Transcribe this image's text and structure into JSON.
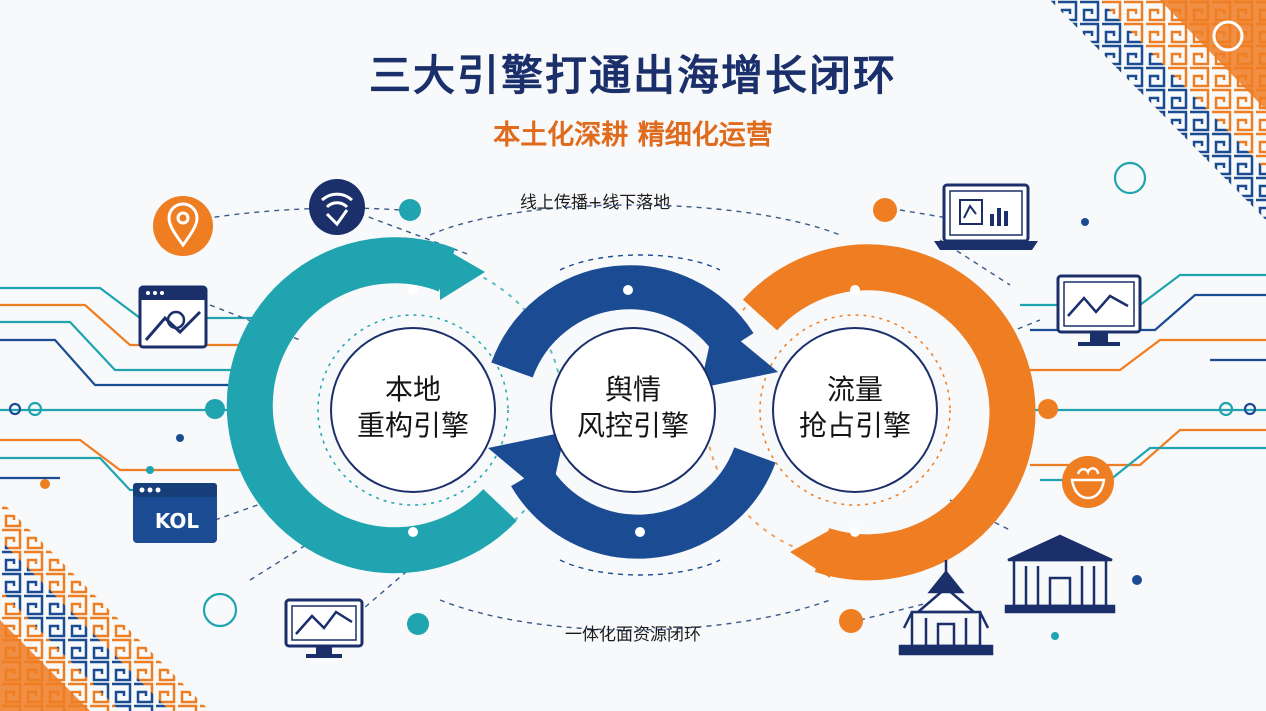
{
  "title": "三大引擎打通出海增长闭环",
  "subtitle": "本土化深耕 精细化运营",
  "captions": {
    "top": "线上传播+线下落地",
    "bottom": "一体化面资源闭环"
  },
  "engines": [
    {
      "line1": "本地",
      "line2": "重构引擎",
      "color": "#1fa4b0"
    },
    {
      "line1": "舆情",
      "line2": "风控引擎",
      "color": "#1b4c93"
    },
    {
      "line1": "流量",
      "line2": "抢占引擎",
      "color": "#ef7d22"
    }
  ],
  "kol_label": "KOL",
  "colors": {
    "navy": "#1b2f6b",
    "teal": "#1fa4b0",
    "blue": "#1b4c93",
    "orange": "#ef7d22"
  },
  "icons": {
    "left": [
      "location-pin-icon",
      "wifi-shield-icon",
      "browser-image-icon",
      "kol-window-icon",
      "monitor-chart-icon"
    ],
    "right": [
      "laptop-chart-icon",
      "monitor-trend-icon",
      "food-bowl-icon",
      "building-icon",
      "temple-icon"
    ]
  }
}
